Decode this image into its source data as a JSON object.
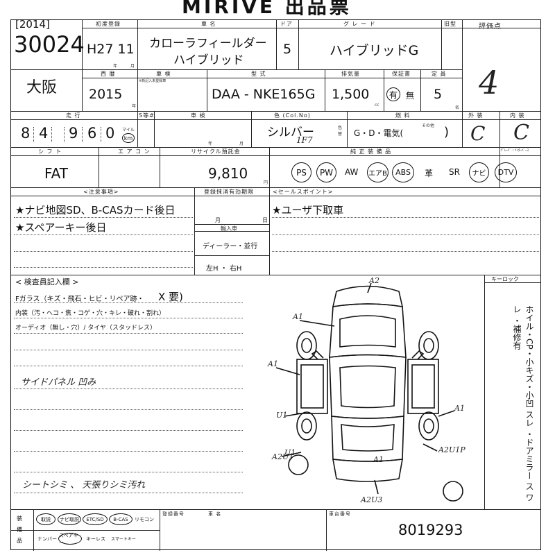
{
  "title": "MIRIVE 出品票",
  "lot": {
    "year": "[2014]",
    "number": "30024"
  },
  "location": "大阪",
  "first_reg": {
    "label": "初度登録",
    "value": "H27 11",
    "year_unit": "年",
    "month_unit": "月"
  },
  "car_name": {
    "label": "車 名",
    "line1": "カローラフィールダー",
    "line2": "ハイブリッド"
  },
  "doors": {
    "label": "ドア",
    "value": "5"
  },
  "grade": {
    "label": "グ レ ー ド",
    "value": "ハイブリッドG"
  },
  "korei": {
    "label": "旧型"
  },
  "score": {
    "label": "評価点",
    "value": "4"
  },
  "model_year": {
    "label": "西 暦",
    "value": "2015",
    "unit": "年"
  },
  "inspection_label": "車 検",
  "inspection_note": "※新記入未登録車",
  "model": {
    "label": "型 式",
    "value": "DAA - NKE165G"
  },
  "displacement": {
    "label": "排気量",
    "value": "1,500",
    "unit": "cc"
  },
  "warranty": {
    "label": "保証書",
    "value": "有 無",
    "yes": "有",
    "no": "無"
  },
  "capacity": {
    "label": "定 員",
    "value": "5",
    "unit": "名"
  },
  "mileage": {
    "label": "走 行",
    "digits": [
      "8",
      "4",
      "9",
      "6",
      "0"
    ],
    "unit_top": "マイル",
    "unit_bot": "km"
  },
  "s_mark": "S等#",
  "shaken": {
    "label": "車 検",
    "year": "年",
    "month": "月"
  },
  "color": {
    "label": "色 (Col.No)",
    "value": "シルバー",
    "code": "1F7",
    "change_label": "色替"
  },
  "fuel": {
    "label": "燃 料",
    "options": "G・D・電気(",
    "other": "その他",
    ")": ")"
  },
  "exterior": {
    "label": "外 装",
    "value": "C"
  },
  "interior": {
    "label": "内 装",
    "value": "C"
  },
  "shift": {
    "label": "シ フ ト",
    "value": "FAT"
  },
  "aircon": {
    "label": "エ ア コ ン"
  },
  "recycle": {
    "label": "リサイクル預託金",
    "value": "9,810",
    "unit": "円"
  },
  "equipment": {
    "label": "純 正 装 備 品",
    "items": [
      "PS",
      "PW",
      "AW",
      "エアB",
      "ABS",
      "革",
      "SR",
      "ナビ",
      "DTV"
    ],
    "circled": [
      true,
      true,
      false,
      true,
      true,
      false,
      false,
      true,
      true
    ],
    "extra_label": "ｸﾞﾚｰﾄﾞ・ｲﾝﾀｰﾍﾞｰｽ"
  },
  "notes": {
    "label": "<注意事項>",
    "line1": "★ナビ地図SD、B-CASカード後日",
    "line2": "★スペアーキー後日"
  },
  "reg_expiry": {
    "label": "登録抹消有効期限",
    "month": "月",
    "day": "日",
    "import_label": "輸入車",
    "dealer": "ディーラー・並行",
    "handle": "左H ・ 右H"
  },
  "sales_point": {
    "label": "<セールスポイント>",
    "line1": "★ユーザ下取車"
  },
  "inspector": {
    "label": "< 検査員記入欄 >",
    "fglass": "Fガラス（キズ・飛石・ヒビ・リペア跡・",
    "fglass_mark": "X 要)",
    "interior_line": "内装（汚・へコ・焦・コゲ・穴・キレ・破れ・割れ）",
    "audio_line": "オーディオ（無し・穴）/ タイヤ（スタッドレス）",
    "hw1": "サイドパネル 凹み",
    "hw2": "シートシミ 、 天張りシミ汚れ"
  },
  "keylock": "キーロック",
  "vertical_note": "ホイル・CP・小キズ・小凹 スレ ・ドアミラー ス ワレ ・補修有",
  "diagram_marks": [
    "A2",
    "A1",
    "A1",
    "U1",
    "A1",
    "U1",
    "A2U1",
    "A1",
    "A2U1P",
    "A2U3"
  ],
  "bottom": {
    "left_label": "装備品",
    "row1": [
      "取説",
      "ナビ取説",
      "ETC/SD",
      "B-CAS",
      "リモコン"
    ],
    "row2": [
      "ナンバー",
      "スペアキー",
      "キーレス",
      "スマートキー"
    ],
    "reg_label": "登録番号",
    "name_label": "車 名",
    "chassis_label": "車台番号",
    "chassis_value": "8019293"
  }
}
